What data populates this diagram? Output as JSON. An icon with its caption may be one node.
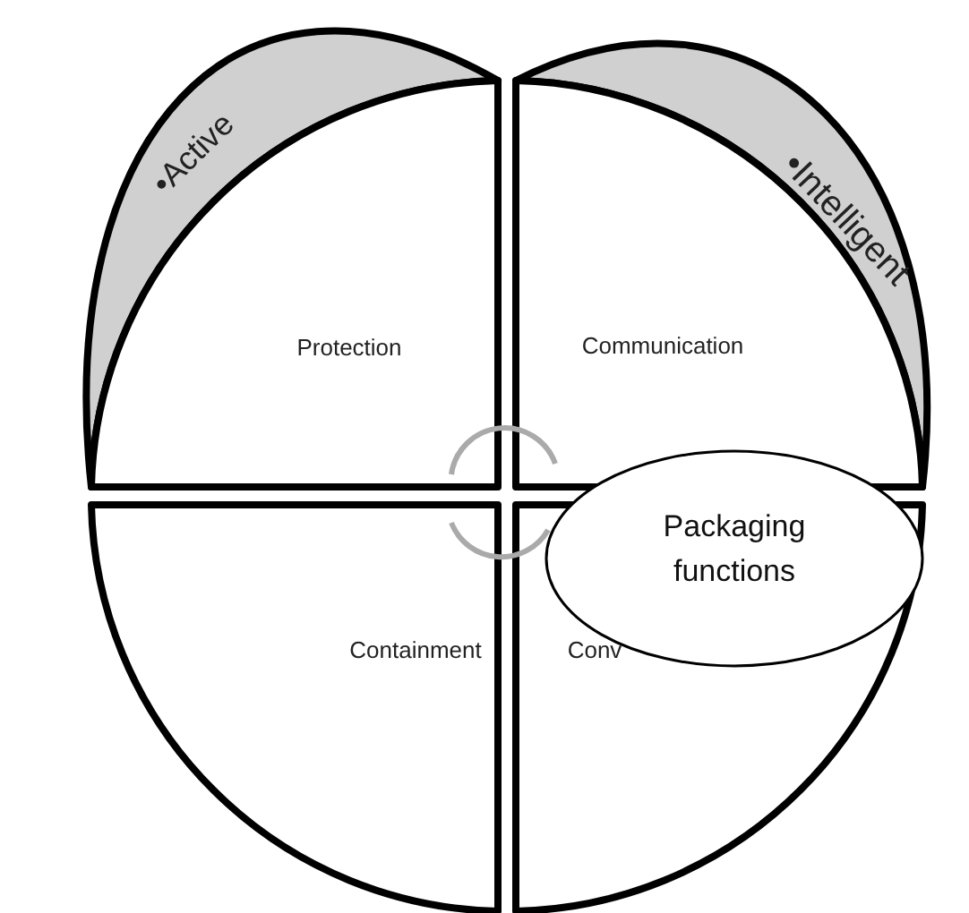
{
  "diagram": {
    "nodes": [
      {
        "text": [
          "•Active"
        ]
      },
      {
        "text": [
          "•Intelligent"
        ]
      },
      {
        "text": [
          "Protection"
        ]
      },
      {
        "text": [
          "Communication"
        ]
      },
      {
        "text": [
          "Containment"
        ]
      },
      {
        "text": [
          "Conv"
        ]
      },
      {
        "text": [
          "Packaging functions"
        ]
      }
    ]
  }
}
